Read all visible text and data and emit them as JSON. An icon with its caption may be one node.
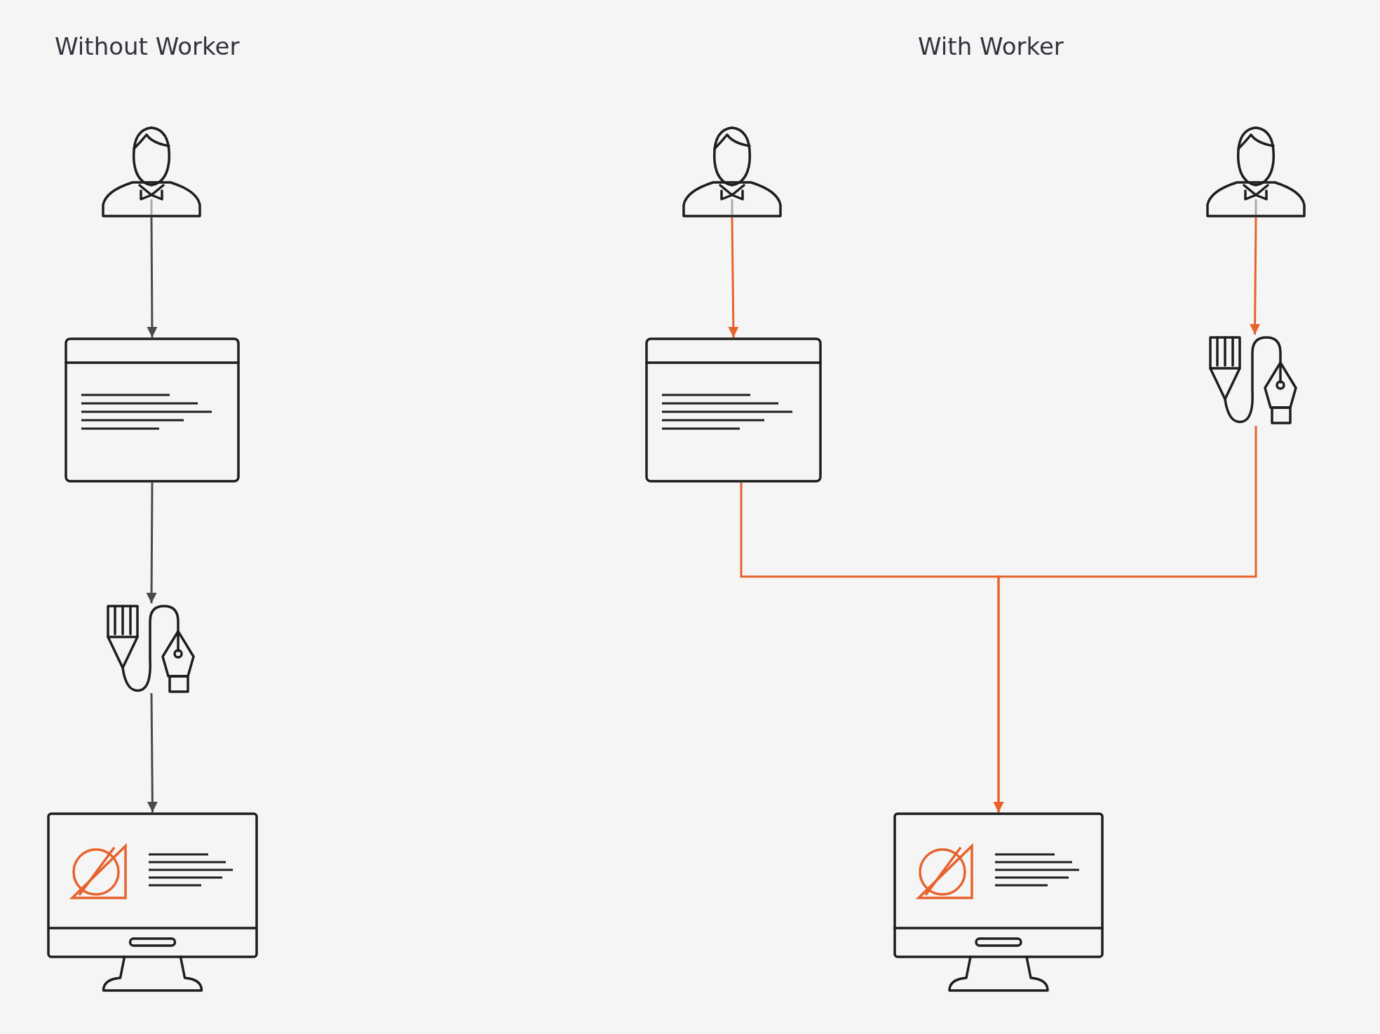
{
  "diagram": {
    "nodes": [
      {
        "text": [],
        "shape": "person"
      },
      {
        "text": [],
        "shape": "picture"
      },
      {
        "text": [],
        "shape": "picture"
      },
      {
        "text": [],
        "shape": "picture"
      },
      {
        "text": [],
        "shape": "person"
      },
      {
        "text": [],
        "shape": "picture"
      },
      {
        "text": [],
        "shape": "person"
      },
      {
        "text": [],
        "shape": "picture"
      },
      {
        "text": [],
        "shape": "picture"
      }
    ],
    "edges": [
      {
        "from": 0,
        "to": 1,
        "arrow": "to",
        "color": "#4a4a4a"
      },
      {
        "from": 1,
        "to": 2,
        "arrow": "to",
        "color": "#4a4a4a"
      },
      {
        "from": 2,
        "to": 3,
        "arrow": "to",
        "color": "#4a4a4a"
      },
      {
        "from": 4,
        "to": 5,
        "arrow": "to"
      },
      {
        "from": 6,
        "to": 7,
        "arrow": "to"
      },
      {
        "from": 5,
        "to": 8,
        "arrow": "to"
      },
      {
        "from": 7,
        "to": 8,
        "arrow": "to"
      }
    ],
    "labels": [
      "Without Worker",
      "With Worker"
    ]
  }
}
